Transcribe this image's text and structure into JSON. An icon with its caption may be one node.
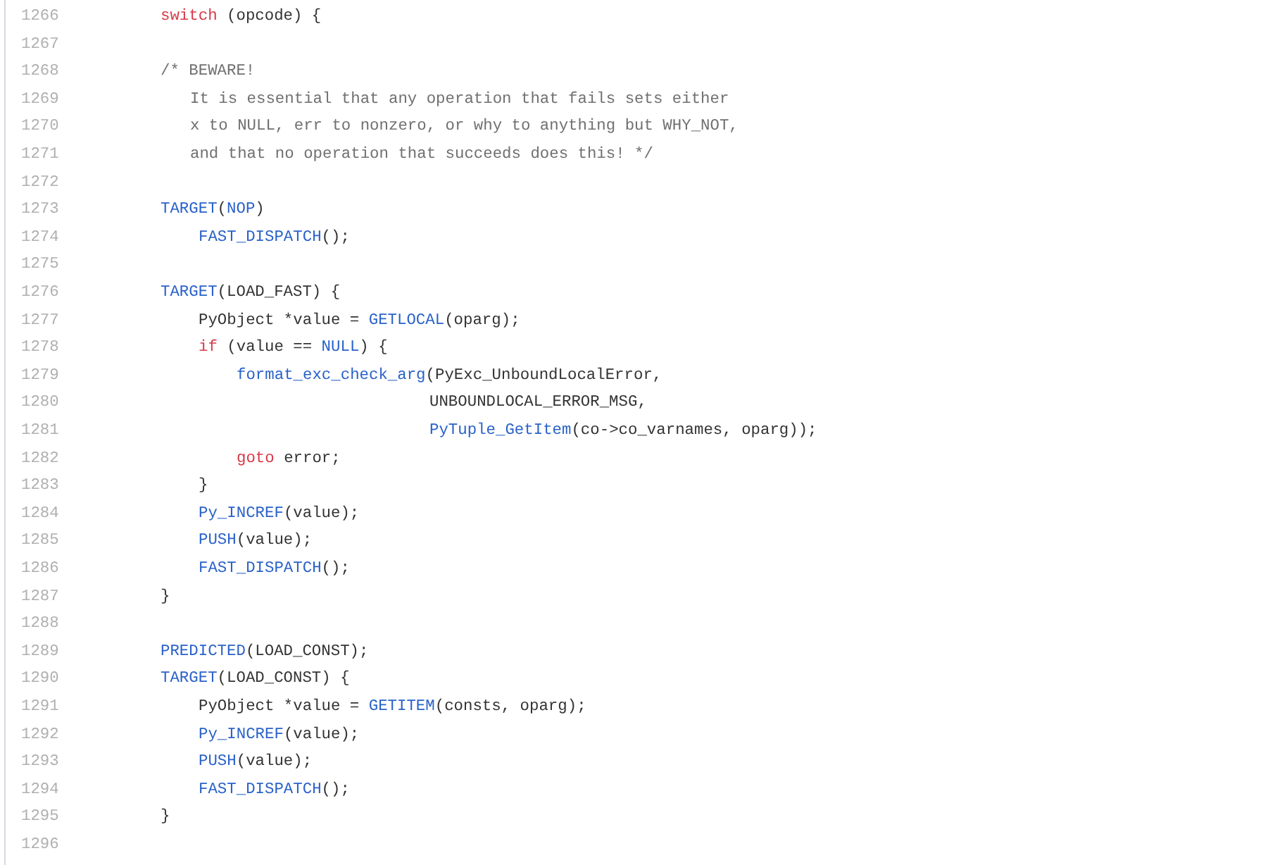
{
  "diagram": {
    "labels": [
      "1266",
      "switch (opcode) {",
      "1267",
      "1268",
      "/* BEWARE!",
      "1269",
      "It is essential that any operation that fails sets either",
      "1270",
      "x to NULL, err to nonzero, or why to anything but WHY_NOT,",
      "1271",
      "and that no operation that succeeds does this! */",
      "1272",
      "1273",
      "TARGET(NOP)",
      "1274",
      "FAST_DISPATCH();",
      "1275",
      "1276",
      "TARGET(LOAD_FAST) {",
      "1277",
      "PyObject *value = GETLOCAL(oparg);",
      "1278",
      "if (value == NULL) {",
      "1279",
      "format_exc_check_arg(PyExc_UnboundLocalError,",
      "1280",
      "UNBOUNDLOCAL_ERROR_MSG,",
      "1281",
      "PyTuple_GetItem(co->co_varnames, oparg));",
      "1282",
      "goto error;",
      "1283",
      "}",
      "1284",
      "Py_INCREF(value);",
      "1285",
      "PUSH(value);",
      "1286",
      "FAST_DISPATCH();",
      "1287",
      "}",
      "1288",
      "1289",
      "PREDICTED(LOAD_CONST);",
      "1290",
      "TARGET(LOAD_CONST) {",
      "1291",
      "PyObject *value = GETITEM(consts, oparg);",
      "1292",
      "Py_INCREF(value);",
      "1293",
      "PUSH(value);",
      "1294",
      "FAST_DISPATCH();",
      "1295",
      "}",
      "1296"
    ]
  }
}
